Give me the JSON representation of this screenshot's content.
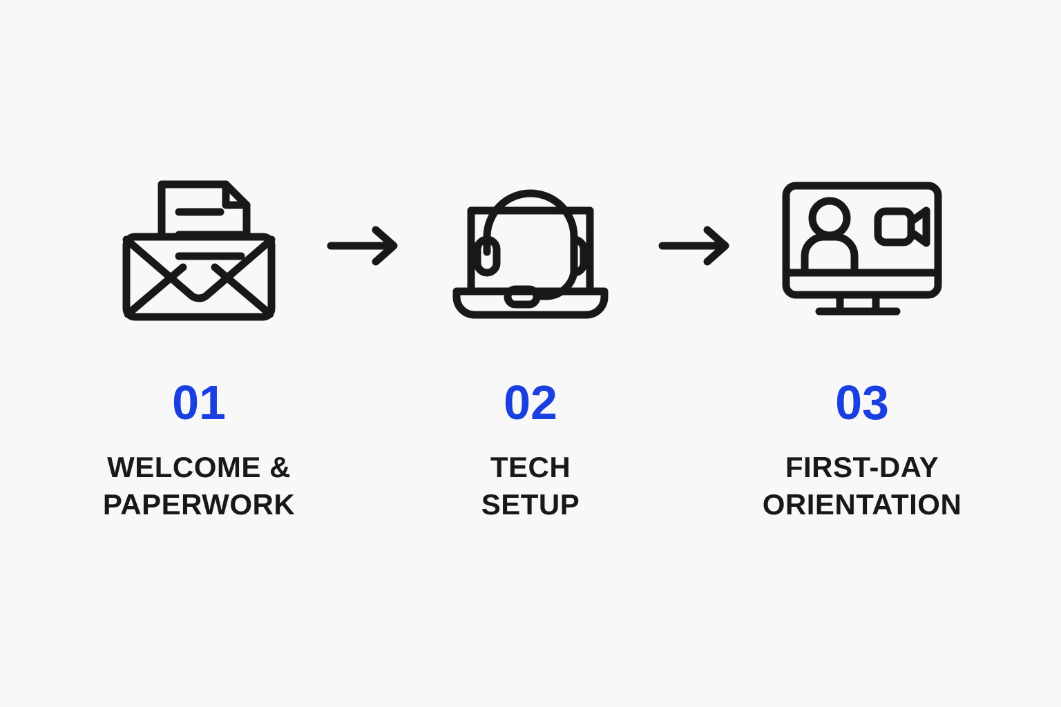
{
  "background_color": "#f8f8f8",
  "accent_color": "#1a3fe0",
  "text_color": "#18181a",
  "stroke_color": "#18181a",
  "steps": [
    {
      "number": "01",
      "label": "WELCOME &\nPAPERWORK",
      "icon": "envelope-document-icon"
    },
    {
      "number": "02",
      "label": "TECH\nSETUP",
      "icon": "laptop-headset-icon"
    },
    {
      "number": "03",
      "label": "FIRST-DAY\nORIENTATION",
      "icon": "monitor-video-call-icon"
    }
  ],
  "connectors": [
    {
      "icon": "arrow-right-icon"
    },
    {
      "icon": "arrow-right-icon"
    }
  ]
}
